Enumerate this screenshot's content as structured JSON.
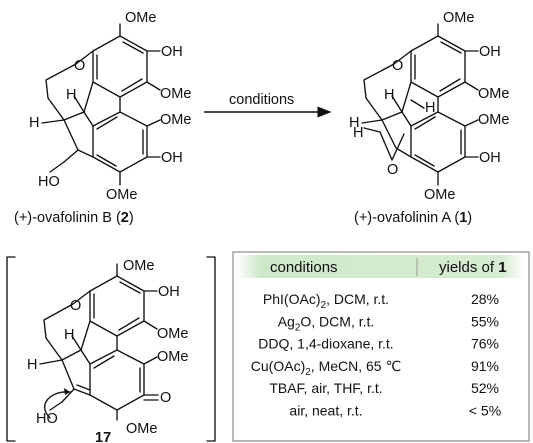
{
  "reaction": {
    "arrow_label": "conditions",
    "starting_material": {
      "name": "(+)-ovafolinin B (",
      "number": "2",
      "close": ")"
    },
    "product": {
      "name": "(+)-ovafolinin A (",
      "number": "1",
      "close": ")"
    },
    "intermediate": {
      "number": "17"
    }
  },
  "atom_labels": {
    "ome": "OMe",
    "oh": "OH",
    "o": "O",
    "h": "H",
    "ho": "HO",
    "o_ketone": "O"
  },
  "table": {
    "header_conditions": "conditions",
    "header_yields": "yields of ",
    "header_yields_bold": "1",
    "rows": [
      {
        "conditions": "PhI(OAc)",
        "sub": "2",
        "rest": ", DCM, r.t.",
        "yield": "28%"
      },
      {
        "conditions": "Ag",
        "sub": "2",
        "rest": "O, DCM, r.t.",
        "yield": "55%"
      },
      {
        "conditions": "DDQ, 1,4-dioxane, r.t.",
        "sub": "",
        "rest": "",
        "yield": "76%"
      },
      {
        "conditions": "Cu(OAc)",
        "sub": "2",
        "rest": ", MeCN, 65 ℃",
        "yield": "91%"
      },
      {
        "conditions": "TBAF, air, THF, r.t.",
        "sub": "",
        "rest": "",
        "yield": "52%"
      },
      {
        "conditions": "air, neat, r.t.",
        "sub": "",
        "rest": "",
        "yield": "< 5%"
      }
    ]
  },
  "colors": {
    "header_band": "#d6ecd2",
    "header_band_edge": "#a9d4a2",
    "table_border": "#8a8a8a",
    "divider": "#9a9a9a"
  }
}
